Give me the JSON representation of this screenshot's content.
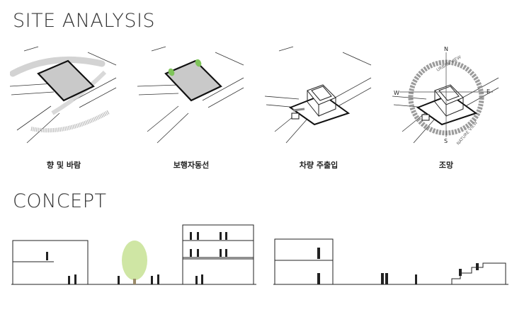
{
  "site_analysis": {
    "title": "SITE ANALYSIS",
    "panels": [
      {
        "caption": "향 및 바람"
      },
      {
        "caption": "보행자동선"
      },
      {
        "caption": "차량 주출입"
      },
      {
        "caption": "조망"
      }
    ],
    "compass": {
      "n": "N",
      "s": "S",
      "e": "E",
      "w": "W",
      "arc_north": "URBAN VIEW",
      "arc_south": "NATURE VIEW"
    }
  },
  "concept": {
    "title": "CONCEPT"
  },
  "colors": {
    "site_fill": "#c9c9c9",
    "tree_fill": "#cfe6a4",
    "leaf_green": "#7fc45a",
    "arc_gray": "#8a8a8a"
  }
}
